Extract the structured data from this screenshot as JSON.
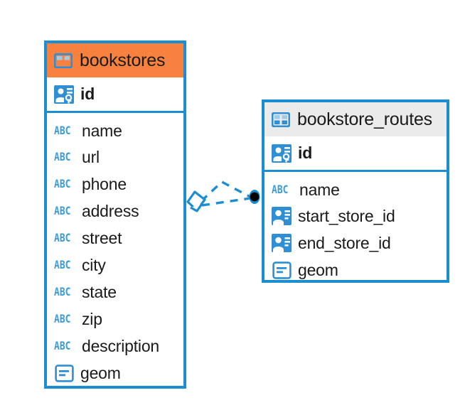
{
  "diagram": {
    "type": "entity-relationship-diagram",
    "background_color": "#ffffff",
    "accent_color": "#1b8dd1",
    "selected_header_color": "#f8813f",
    "unselected_header_color": "#ebebeb"
  },
  "tables": [
    {
      "name": "bookstores",
      "selected": true,
      "header_icon": "table-grid-icon",
      "primary_key": {
        "label": "id",
        "icon": "primary-key-icon"
      },
      "fields": [
        {
          "label": "name",
          "icon": "text-type-icon"
        },
        {
          "label": "url",
          "icon": "text-type-icon"
        },
        {
          "label": "phone",
          "icon": "text-type-icon"
        },
        {
          "label": "address",
          "icon": "text-type-icon"
        },
        {
          "label": "street",
          "icon": "text-type-icon"
        },
        {
          "label": "city",
          "icon": "text-type-icon"
        },
        {
          "label": "state",
          "icon": "text-type-icon"
        },
        {
          "label": "zip",
          "icon": "text-type-icon"
        },
        {
          "label": "description",
          "icon": "text-type-icon"
        },
        {
          "label": "geom",
          "icon": "geometry-type-icon"
        }
      ]
    },
    {
      "name": "bookstore_routes",
      "selected": false,
      "header_icon": "table-grid-icon",
      "primary_key": {
        "label": "id",
        "icon": "primary-key-icon"
      },
      "fields": [
        {
          "label": "name",
          "icon": "text-type-icon"
        },
        {
          "label": "start_store_id",
          "icon": "foreign-key-icon"
        },
        {
          "label": "end_store_id",
          "icon": "foreign-key-icon"
        },
        {
          "label": "geom",
          "icon": "geometry-type-icon"
        }
      ]
    }
  ],
  "relationship": {
    "from_table": "bookstores",
    "to_table": "bookstore_routes",
    "line_style": "dashed",
    "line_color": "#1b8dd1",
    "source_endpoint": "diamond-outline",
    "target_endpoint": "filled-dot"
  }
}
